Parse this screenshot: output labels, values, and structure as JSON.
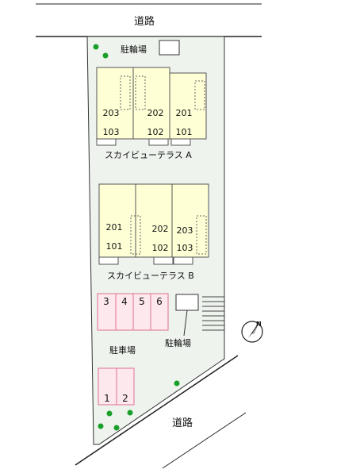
{
  "roads": {
    "north": "道路",
    "south": "道路"
  },
  "bike_parking": {
    "north": "駐輪場",
    "mid": "駐輪場"
  },
  "parking": {
    "label": "駐車場",
    "spaces_top": [
      "3",
      "4",
      "5",
      "6"
    ],
    "spaces_bottom": [
      "1",
      "2"
    ]
  },
  "building_a": {
    "name": "スカイビューテラス A",
    "upper": [
      "203",
      "202",
      "201"
    ],
    "lower": [
      "103",
      "102",
      "101"
    ]
  },
  "building_b": {
    "name": "スカイビューテラス B",
    "upper": [
      "201",
      "202",
      "203"
    ],
    "lower": [
      "101",
      "102",
      "103"
    ]
  },
  "compass": {
    "north": "N"
  },
  "colors": {
    "site": "#eef3ee",
    "building": "#ffffd6",
    "parking_stroke": "#e07090",
    "parking_fill": "#fde8ee",
    "tree": "#1aa02a"
  }
}
